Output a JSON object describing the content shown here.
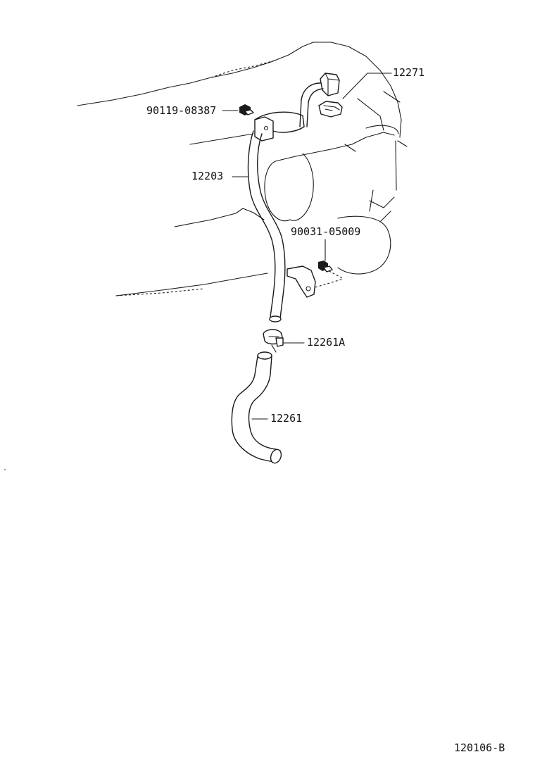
{
  "parts": [
    {
      "id": "p12271",
      "label": "12271"
    },
    {
      "id": "p90119",
      "label": "90119-08387"
    },
    {
      "id": "p12203",
      "label": "12203"
    },
    {
      "id": "p90031",
      "label": "90031-05009"
    },
    {
      "id": "p12261A",
      "label": "12261A"
    },
    {
      "id": "p12261",
      "label": "12261"
    }
  ],
  "figure_code": "120106-B",
  "colors": {
    "line": "#1a1a1a",
    "background": "#ffffff"
  }
}
